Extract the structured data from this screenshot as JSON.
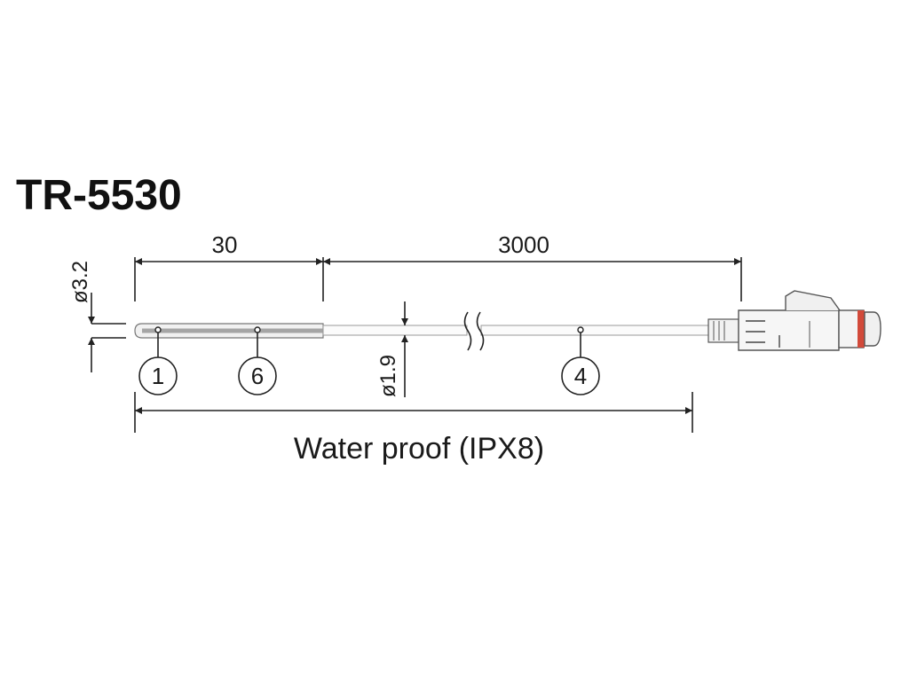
{
  "diagram": {
    "title": "TR-5530",
    "dimensions": {
      "sensor_length": "30",
      "cable_length": "3000",
      "sensor_diameter": "ø3.2",
      "cable_diameter": "ø1.9"
    },
    "part_markers": [
      "1",
      "6",
      "4"
    ],
    "caption": "Water proof (IPX8)",
    "colors": {
      "seal_ring": "#d24a3a",
      "line": "#222222"
    }
  }
}
